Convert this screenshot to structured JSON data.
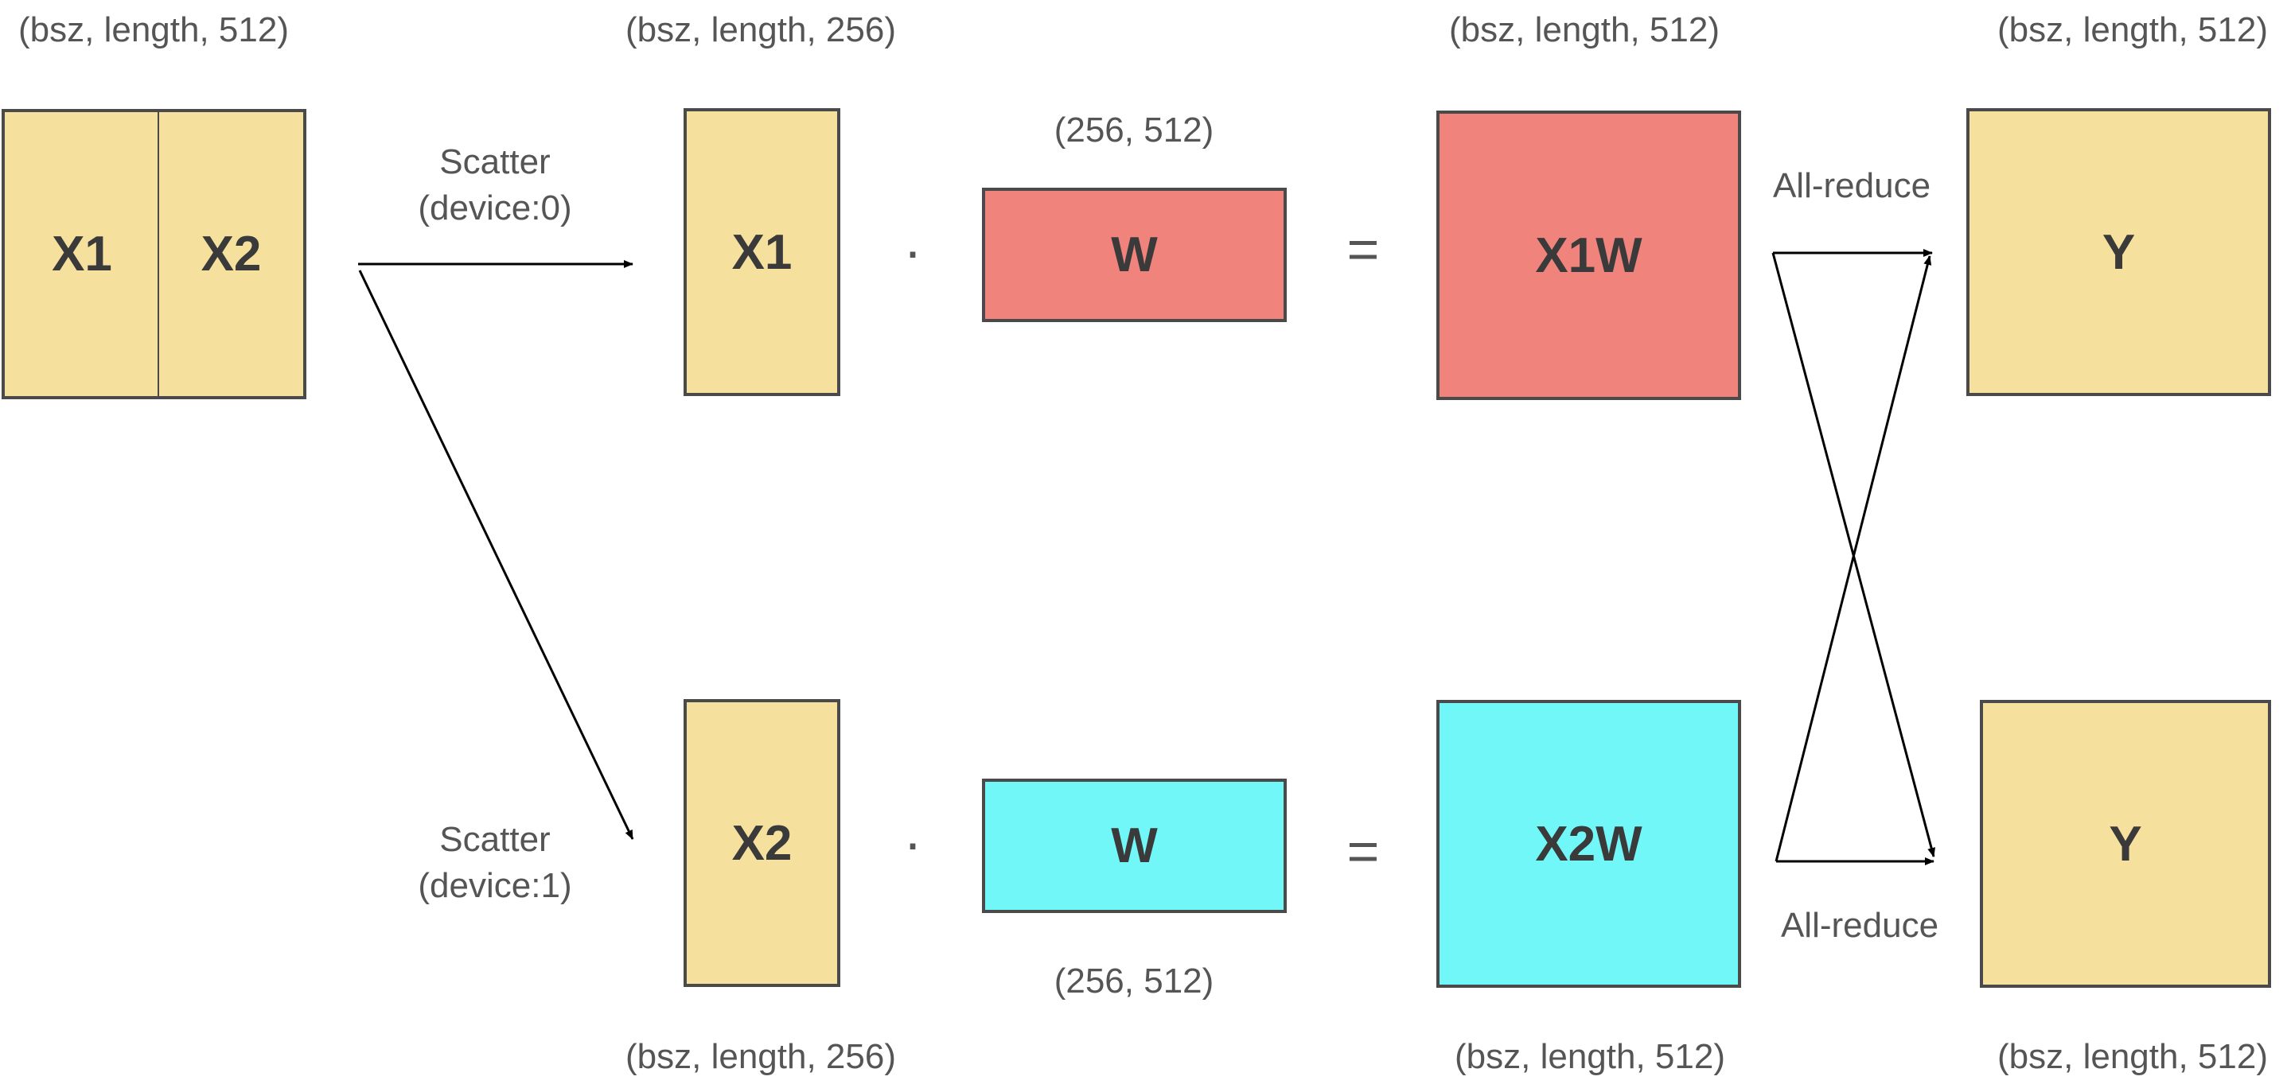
{
  "colors": {
    "input_fill": "#f6e09d",
    "device0_weight_fill": "#f0837c",
    "device1_weight_fill": "#72f7f8",
    "border": "#4a4a4a",
    "text": "#555555"
  },
  "input": {
    "shape": "(bsz, length, 512)",
    "left_label": "X1",
    "right_label": "X2"
  },
  "device0": {
    "scatter_label_line1": "Scatter",
    "scatter_label_line2": "(device:0)",
    "x_shape": "(bsz, length, 256)",
    "x_label": "X1",
    "dot": "·",
    "w_shape": "(256, 512)",
    "w_label": "W",
    "equals": "=",
    "product_shape": "(bsz, length, 512)",
    "product_label": "X1W",
    "allreduce_label": "All-reduce",
    "y_shape": "(bsz, length, 512)",
    "y_label": "Y"
  },
  "device1": {
    "scatter_label_line1": "Scatter",
    "scatter_label_line2": "(device:1)",
    "x_shape": "(bsz, length, 256)",
    "x_label": "X2",
    "dot": "·",
    "w_shape": "(256, 512)",
    "w_label": "W",
    "equals": "=",
    "product_shape": "(bsz, length, 512)",
    "product_label": "X2W",
    "allreduce_label": "All-reduce",
    "y_shape": "(bsz, length, 512)",
    "y_label": "Y"
  }
}
